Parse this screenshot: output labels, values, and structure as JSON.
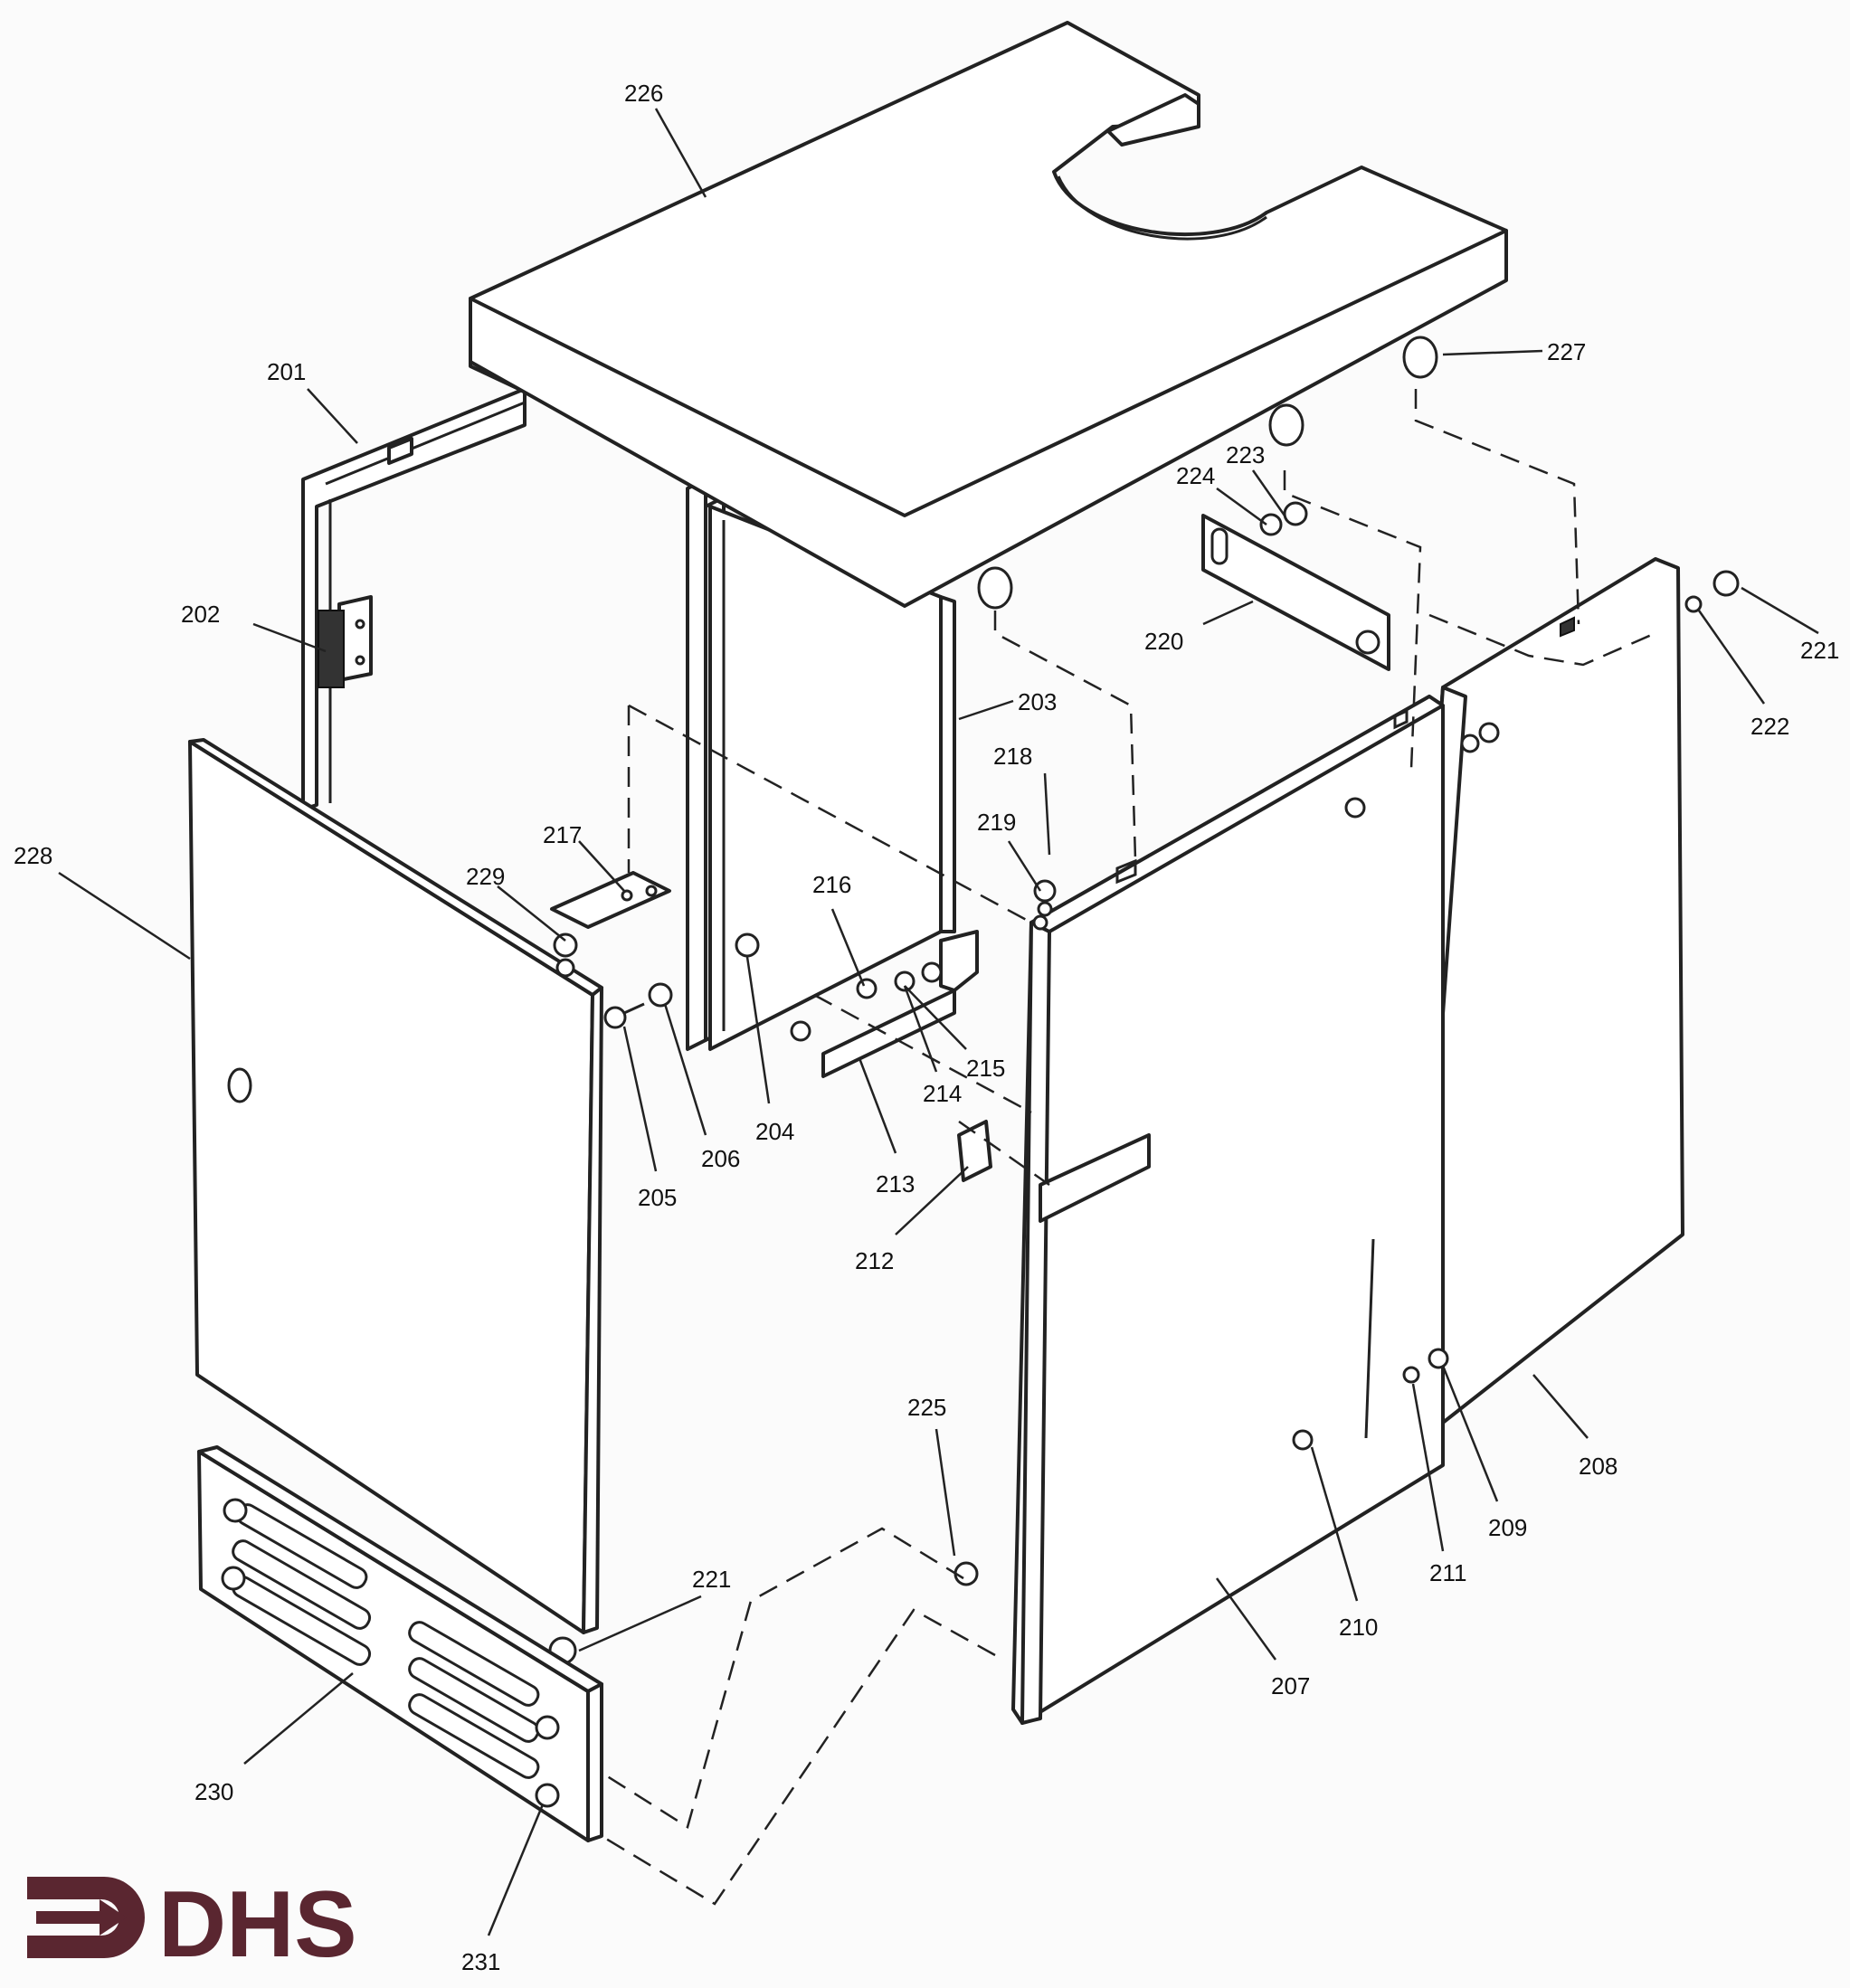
{
  "brand": {
    "name": "DHS",
    "color": "#5a2630"
  },
  "callouts": [
    {
      "id": "226",
      "text": "226"
    },
    {
      "id": "201",
      "text": "201"
    },
    {
      "id": "227",
      "text": "227"
    },
    {
      "id": "223",
      "text": "223"
    },
    {
      "id": "224",
      "text": "224"
    },
    {
      "id": "202",
      "text": "202"
    },
    {
      "id": "220",
      "text": "220"
    },
    {
      "id": "221a",
      "text": "221"
    },
    {
      "id": "222",
      "text": "222"
    },
    {
      "id": "203",
      "text": "203"
    },
    {
      "id": "218",
      "text": "218"
    },
    {
      "id": "228",
      "text": "228"
    },
    {
      "id": "217",
      "text": "217"
    },
    {
      "id": "219",
      "text": "219"
    },
    {
      "id": "229",
      "text": "229"
    },
    {
      "id": "216",
      "text": "216"
    },
    {
      "id": "215",
      "text": "215"
    },
    {
      "id": "214",
      "text": "214"
    },
    {
      "id": "204",
      "text": "204"
    },
    {
      "id": "206",
      "text": "206"
    },
    {
      "id": "205",
      "text": "205"
    },
    {
      "id": "213",
      "text": "213"
    },
    {
      "id": "212",
      "text": "212"
    },
    {
      "id": "225",
      "text": "225"
    },
    {
      "id": "208",
      "text": "208"
    },
    {
      "id": "209",
      "text": "209"
    },
    {
      "id": "211",
      "text": "211"
    },
    {
      "id": "210",
      "text": "210"
    },
    {
      "id": "207",
      "text": "207"
    },
    {
      "id": "221b",
      "text": "221"
    },
    {
      "id": "230",
      "text": "230"
    },
    {
      "id": "231",
      "text": "231"
    }
  ]
}
